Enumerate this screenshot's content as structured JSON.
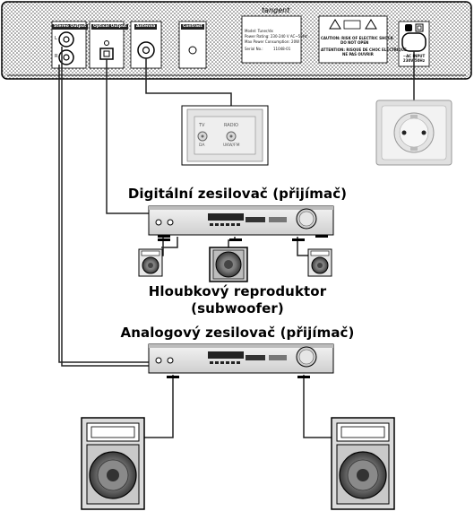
{
  "panel": {
    "brand": "tangent",
    "ports": {
      "stereo_output": "Stereo Output",
      "optical_output": "Optical Output",
      "antenna": "Antenna",
      "contrast": "Contrast"
    },
    "port_letters": {
      "left": "L",
      "right": "R"
    },
    "rating_label": {
      "model": "Model: Tuner/dx",
      "power": "Power Rating: 230-240 V AC~50Hz",
      "consumption": "Max Power Consumption: 20W",
      "serial": "Serial No.:",
      "s2": "11048-01"
    },
    "warning_label": {
      "line1": "CAUTION: RISK OF ELECTRIC SHOCK",
      "line2": "DO NOT OPEN",
      "line3": "ATTENTION: RISQUE DE CHOC ELECTRIQUE",
      "line4": "NE PAS OUVRIR"
    },
    "power_label": "~AC INPUT 230V/50Hz"
  },
  "wall_plate": {
    "tv_label": "TV",
    "radio_label": "RADIO",
    "tv_sub": "DA",
    "radio_sub": "UKW/FM"
  },
  "labels": {
    "digital_amp": "Digitální zesilovač (přijímač)",
    "subwoofer_line1": "Hloubkový reproduktor",
    "subwoofer_line2": "(subwoofer)",
    "analog_amp": "Analogový zesilovač (přijímač)"
  }
}
